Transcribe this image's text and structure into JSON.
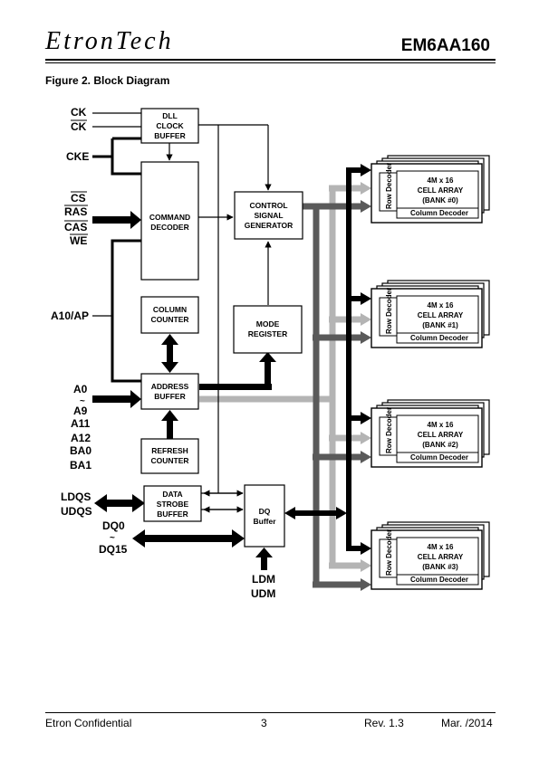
{
  "header": {
    "logo": "EtronTech",
    "part_number": "EM6AA160"
  },
  "figure_caption": "Figure 2. Block Diagram",
  "signals": {
    "ck": "CK",
    "ck_bar": "CK",
    "cke": "CKE",
    "cs": "CS",
    "ras": "RAS",
    "cas": "CAS",
    "we": "WE",
    "a10ap": "A10/AP",
    "a0": "A0",
    "tilde1": "~",
    "a9": "A9",
    "a11": "A11",
    "a12": "A12",
    "ba0": "BA0",
    "ba1": "BA1",
    "ldqs": "LDQS",
    "udqs": "UDQS",
    "dq0": "DQ0",
    "tilde2": "~",
    "dq15": "DQ15",
    "ldm": "LDM",
    "udm": "UDM"
  },
  "blocks": {
    "dll": [
      "DLL",
      "CLOCK",
      "BUFFER"
    ],
    "cmd": [
      "COMMAND",
      "DECODER"
    ],
    "col": [
      "COLUMN",
      "COUNTER"
    ],
    "addr": [
      "ADDRESS",
      "BUFFER"
    ],
    "refresh": [
      "REFRESH",
      "COUNTER"
    ],
    "dsb": [
      "DATA",
      "STROBE",
      "BUFFER"
    ],
    "csg": [
      "CONTROL",
      "SIGNAL",
      "GENERATOR"
    ],
    "mode": [
      "MODE",
      "REGISTER"
    ],
    "dq": [
      "DQ",
      "Buffer"
    ]
  },
  "banks": [
    {
      "size": "4M x 16",
      "array": "CELL ARRAY",
      "bank": "(BANK #0)",
      "row": "Row Decoder",
      "col": "Column Decoder"
    },
    {
      "size": "4M x 16",
      "array": "CELL ARRAY",
      "bank": "(BANK #1)",
      "row": "Row Decoder",
      "col": "Column Decoder"
    },
    {
      "size": "4M x 16",
      "array": "CELL ARRAY",
      "bank": "(BANK #2)",
      "row": "Row Decoder",
      "col": "Column Decoder"
    },
    {
      "size": "4M x 16",
      "array": "CELL ARRAY",
      "bank": "(BANK #3)",
      "row": "Row Decoder",
      "col": "Column Decoder"
    }
  ],
  "footer": {
    "left": "Etron Confidential",
    "page": "3",
    "rev": "Rev. 1.3",
    "date": "Mar. /2014"
  }
}
